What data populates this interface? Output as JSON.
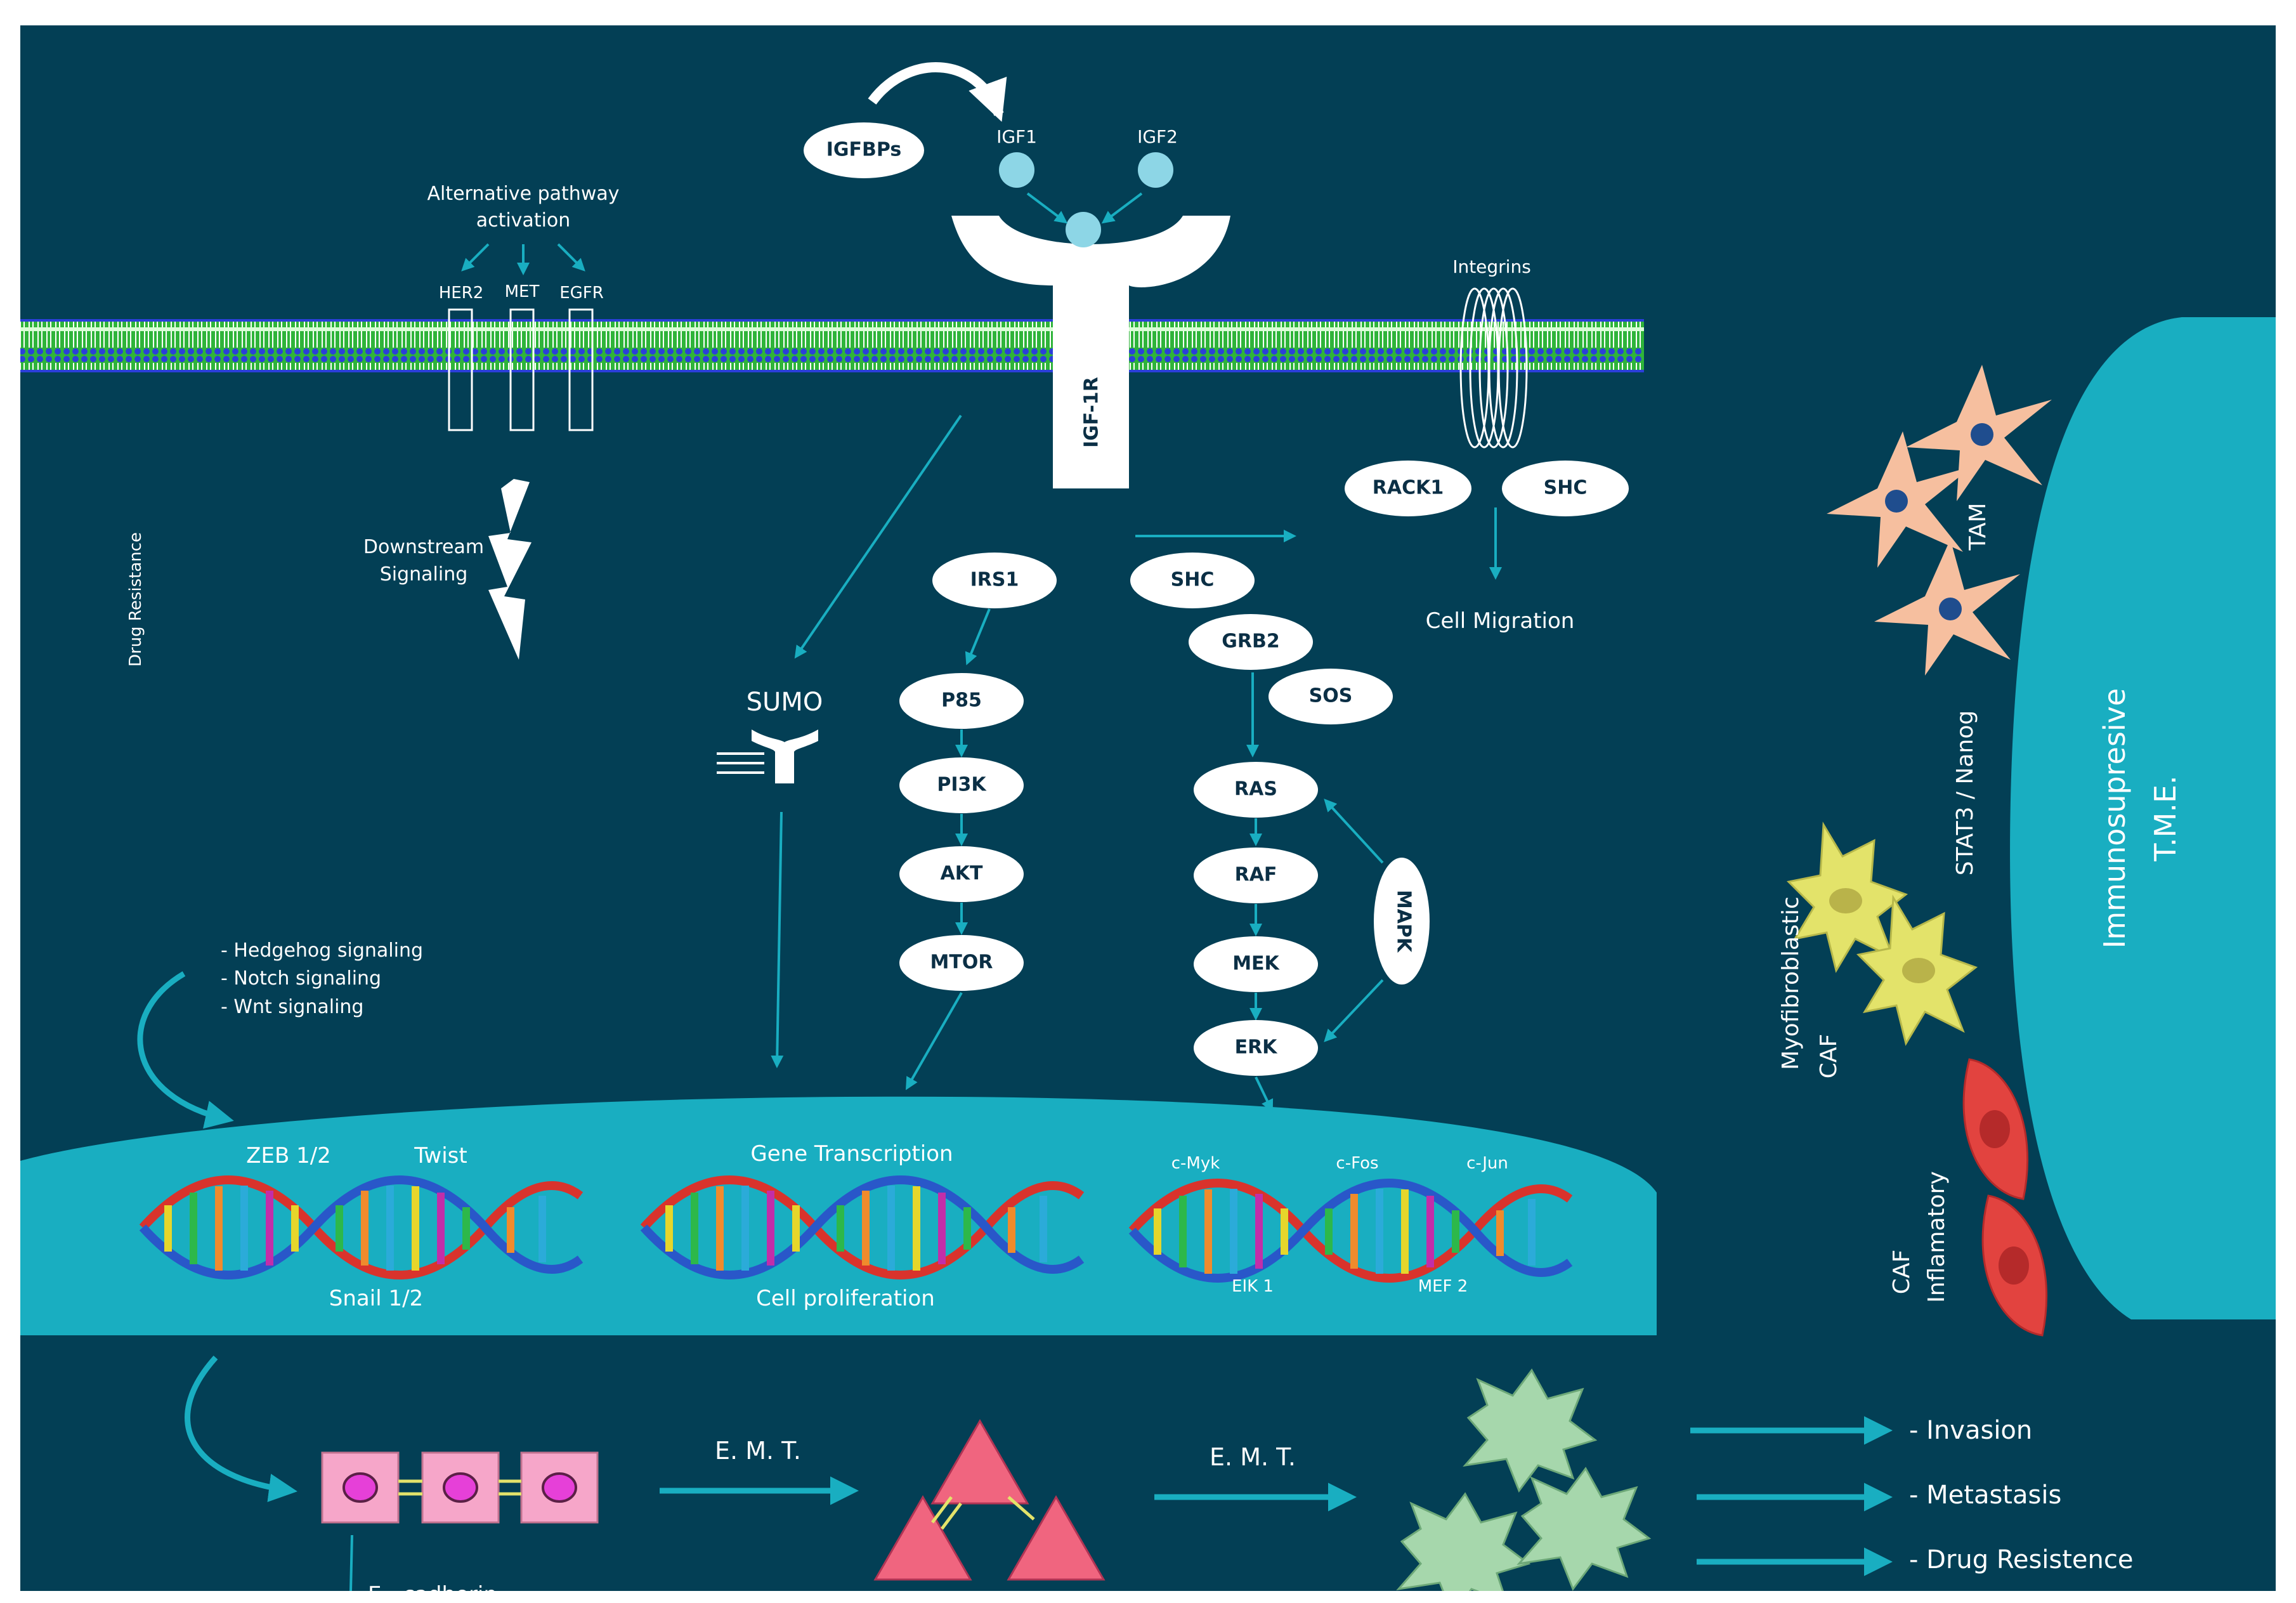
{
  "colors": {
    "background": "#033f55",
    "accent": "#19aec1",
    "membrane_green": "#36c23b",
    "membrane_blue": "#2b3fd9",
    "node_fill": "#ffffff",
    "tam": "#f6bf9f",
    "caf_myo": "#e3e36a",
    "caf_inflam": "#e2433f",
    "epithelial": "#f6a6c9",
    "mesenchymal": "#f0657f",
    "invasive": "#a6d7ac"
  },
  "receptor": {
    "label": "IGF-1R",
    "ligand1": "IGF1",
    "ligand2": "IGF2",
    "binding_protein": "IGFBPs"
  },
  "alternative": {
    "title_line1": "Alternative pathway",
    "title_line2": "activation",
    "her2": "HER2",
    "met": "MET",
    "egfr": "EGFR",
    "downstream_line1": "Downstream",
    "downstream_line2": "Signaling",
    "drug_resistance": "Drug Resistance"
  },
  "integrins": {
    "label": "Integrins",
    "rack1": "RACK1",
    "shc": "SHC",
    "migration": "Cell Migration"
  },
  "sumo": {
    "label": "SUMO"
  },
  "pi3k_path": {
    "irs1": "IRS1",
    "p85": "P85",
    "pi3k": "PI3K",
    "akt": "AKT",
    "mtor": "MTOR"
  },
  "mapk_path": {
    "shc": "SHC",
    "grb2": "GRB2",
    "sos": "SOS",
    "ras": "RAS",
    "raf": "RAF",
    "mek": "MEK",
    "erk": "ERK",
    "mapk": "MAPK"
  },
  "other_signaling": [
    "-  Hedgehog signaling",
    "-  Notch signaling",
    "-  Wnt signaling"
  ],
  "nucleus": {
    "zeb": "ZEB 1/2",
    "twist": "Twist",
    "snail": "Snail 1/2",
    "gene_transcription": "Gene Transcription",
    "cell_proliferation": "Cell proliferation",
    "cmyk": "c-Myk",
    "cfos": "c-Fos",
    "cjun": "c-Jun",
    "eik1": "EIK 1",
    "mef2": "MEF 2"
  },
  "emt": {
    "label1": "E. M. T.",
    "label2": "E. M. T.",
    "ecadherin": "E - cadherin",
    "outcomes": [
      "-  Invasion",
      "-  Metastasis",
      "-  Drug Resistence"
    ]
  },
  "tme": {
    "title_line1": "Immunosupresive",
    "title_line2": "T.M.E.",
    "tam": "TAM",
    "stat3": "STAT3 / Nanog",
    "myo_line1": "Myofibroblastic",
    "myo_line2": "CAF",
    "inflam_line1": "Inflamatory",
    "inflam_line2": "CAF"
  }
}
